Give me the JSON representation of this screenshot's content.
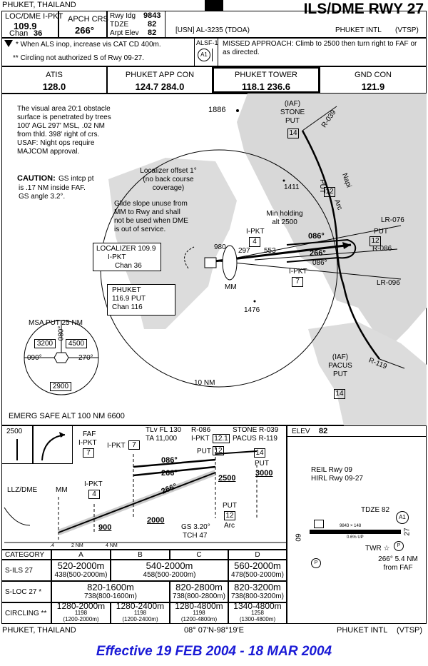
{
  "header": {
    "location": "PHUKET, THAILAND",
    "title": "ILS/DME RWY 27",
    "loc_label": "LOC/DME I-PKT",
    "loc_freq": "109.9",
    "loc_chan": "Chan",
    "loc_chan_num": "36",
    "apch_crs_label": "APCH CRS",
    "apch_crs": "266°",
    "rwy_ldg_label": "Rwy Idg",
    "rwy_ldg": "9843",
    "tdze_label": "TDZE",
    "tdze": "82",
    "arpt_elev_label": "Arpt Elev",
    "arpt_elev": "82",
    "chart_id": "[USN] AL-3235 (TDOA)",
    "airport": "PHUKET INTL",
    "airport_id": "(VTSP)",
    "note1": "When ALS inop, increase vis CAT CD 400m.",
    "note2": "Circling not authorized S of Rwy 09-27.",
    "alsf_label": "ALSF-1",
    "alsf_circle": "A1",
    "missed": "MISSED APPROACH: Climb to 2500 then turn right to FAF or as directed."
  },
  "comms": [
    {
      "name": "ATIS",
      "freq": "128.0"
    },
    {
      "name": "PHUKET APP CON",
      "freq": "124.7  284.0"
    },
    {
      "name": "PHUKET TOWER",
      "freq": "118.1  236.6"
    },
    {
      "name": "GND CON",
      "freq": "121.9"
    }
  ],
  "plan": {
    "note_obstacle": [
      "The visual area 20:1 obstacle",
      "surface is penetrated by trees",
      "100' AGL 297' MSL, .02 NM",
      "from thld. 398' right of crs.",
      "USAF: Night ops require",
      "MAJCOM approval."
    ],
    "caution_head": "CAUTION:",
    "caution": [
      "GS intcp pt",
      "is .17 NM inside FAF.",
      "GS angle 3.2°."
    ],
    "loc_offset": [
      "Localizer offset 1°",
      "(no back course",
      "coverage)"
    ],
    "glide_slope": [
      "Glide slope unuse from",
      "MM to Rwy and shall",
      "not be used when DME",
      "is out of service."
    ],
    "min_holding": [
      "Min holding",
      "alt 2500"
    ],
    "spot_1886": "1886",
    "spot_1411": "1411",
    "spot_1476": "1476",
    "spot_980": "980",
    "spot_297": "297",
    "spot_553": "553",
    "iaf_stone": [
      "(IAF)",
      "STONE",
      "PUT"
    ],
    "iaf_stone_dme": "14",
    "iaf_pacus": [
      "(IAF)",
      "PACUS",
      "PUT"
    ],
    "iaf_pacus_dme": "14",
    "r039": "R-039",
    "r119": "R-119",
    "r086": "R-086",
    "lr076": "LR-076",
    "lr096": "LR-096",
    "put_label": "PUT",
    "put_dme": "12",
    "arc_put1": "PUT",
    "arc_put1_dme": "12",
    "arc_word": "Arc",
    "napi": "Napi",
    "ipkt_4": "I-PKT",
    "ipkt_4_dme": "4",
    "ipkt_7": "I-PKT",
    "ipkt_7_dme": "7",
    "crs_086": "086°",
    "crs_266": "266°",
    "crs_086b": "086°",
    "mm": "MM",
    "ten_nm": "10 NM",
    "loc_box": [
      "LOCALIZER  109.9",
      "I-PKT",
      "Chan 36"
    ],
    "phuket_box": [
      "PHUKET",
      "116.9 PUT",
      "Chan 116"
    ],
    "msa_label": "MSA  PUT  25 NM",
    "msa_3200": "3200",
    "msa_4500": "4500",
    "msa_2900": "2900",
    "msa_090": "090°",
    "msa_270": "270°",
    "msa_080": "080°",
    "emerg": "EMERG SAFE ALT 100 NM 6600"
  },
  "profile": {
    "missed_alt": "2500",
    "faf": "FAF",
    "faf_ipkt": "I-PKT",
    "faf_dme": "7",
    "ipkt_top": "I-PKT",
    "ipkt_top_dme": "7",
    "tlv": "TLv FL 130",
    "ta": "TA 11,000",
    "r086": "R-086",
    "ipkt_12": "I-PKT",
    "dme_121": "12.1",
    "stone": "STONE R-039",
    "pacus": "PACUS R-119",
    "put12": "PUT",
    "put12_dme": "12",
    "put14_dme": "14",
    "put14": "PUT",
    "alt_3000": "3000",
    "alt_2500": "2500",
    "put_low": "PUT",
    "put_low_dme": "12",
    "arc": "Arc",
    "crs_086": "086°",
    "crs_266a": "266°",
    "crs_266b": "266°",
    "ipkt4": "I-PKT",
    "ipkt4_dme": "4",
    "llz": "LLZ/DME",
    "mm": "MM",
    "alt_900": "900",
    "alt_2000": "2000",
    "gs": "GS 3.20°",
    "tch": "TCH 47",
    "dist_4": ".4",
    "dist_2nm": "2 NM",
    "dist_4nm": "4 NM"
  },
  "airport_diagram": {
    "elev_label": "ELEV",
    "elev": "82",
    "reil": "REIL Rwy 09",
    "hirl": "HIRL Rwy 09-27",
    "tdze": "TDZE 82",
    "a1": "A1",
    "rwy_dims": "9843 × 148",
    "slope": "0.6% UP",
    "rwy_09": "09",
    "rwy_27": "27",
    "twr": "TWR",
    "faf_info": [
      "266° 5.4 NM",
      "from FAF"
    ],
    "p": "P"
  },
  "minimums": {
    "headers": [
      "CATEGORY",
      "A",
      "B",
      "C",
      "D"
    ],
    "rows": [
      {
        "label": "S-ILS 27",
        "cells": [
          [
            "520-2000m",
            "438(500-2000m)"
          ],
          [
            "540-2000m",
            "458(500-2000m)"
          ],
          [
            "560-2000m",
            "478(500-2000m)"
          ]
        ]
      },
      {
        "label": "S-LOC 27 *",
        "cells": [
          [
            "820-1600m",
            "738(800-1600m)"
          ],
          [
            "820-2800m",
            "738(800-2800m)"
          ],
          [
            "820-3200m",
            "738(800-3200m)"
          ]
        ]
      },
      {
        "label": "CIRCLING **",
        "cells": [
          [
            "1280-2000m",
            "1198",
            "(1200-2000m)"
          ],
          [
            "1280-2400m",
            "1198",
            "(1200-2400m)"
          ],
          [
            "1280-4800m",
            "1198",
            "(1200-4800m)"
          ],
          [
            "1340-4800m",
            "1258",
            "(1300-4800m)"
          ]
        ]
      }
    ]
  },
  "footer": {
    "location": "PHUKET, THAILAND",
    "coords": "08° 07'N-98°19'E",
    "airport": "PHUKET INTL",
    "airport_id": "(VTSP)",
    "effective": "Effective 19 FEB 2004 - 18 MAR 2004"
  }
}
